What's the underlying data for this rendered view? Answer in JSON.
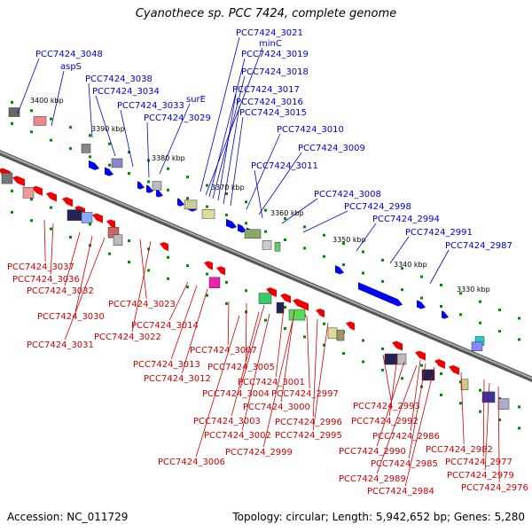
{
  "title": "Cyanothece sp. PCC 7424, complete genome",
  "footer": {
    "accession": "Accession: NC_011729",
    "summary": "Topology: circular; Length: 5,942,652 bp; Genes: 5,280"
  },
  "colors": {
    "backbone": "#808080",
    "forward_gene": "#0000ee",
    "reverse_gene": "#ee0000",
    "upper_label": "#0000cc",
    "lower_label": "#cc0000",
    "tick": "#008800"
  },
  "positions_kbp": [
    "3400 kbp",
    "3390 kbp",
    "3380 kbp",
    "3370 kbp",
    "3360 kbp",
    "3350 kbp",
    "3340 kbp",
    "3330 kbp"
  ],
  "upper_labels": [
    "PCC7424_3048",
    "aspS",
    "PCC7424_3038",
    "PCC7424_3034",
    "PCC7424_3033",
    "PCC7424_3029",
    "surE",
    "PCC7424_3021",
    "minC",
    "PCC7424_3019",
    "PCC7424_3018",
    "PCC7424_3017",
    "PCC7424_3016",
    "PCC7424_3015",
    "PCC7424_3010",
    "PCC7424_3009",
    "PCC7424_3011",
    "PCC7424_3008",
    "PCC7424_2998",
    "PCC7424_2994",
    "PCC7424_2991",
    "PCC7424_2987"
  ],
  "lower_labels": [
    "PCC7424_3037",
    "PCC7424_3036",
    "PCC7424_3032",
    "PCC7424_3030",
    "PCC7424_3031",
    "PCC7424_3023",
    "PCC7424_3022",
    "PCC7424_3014",
    "PCC7424_3013",
    "PCC7424_3012",
    "PCC7424_3007",
    "PCC7424_3005",
    "PCC7424_3004",
    "PCC7424_3001",
    "PCC7424_3000",
    "PCC7424_2997",
    "PCC7424_3003",
    "PCC7424_3002",
    "PCC7424_2996",
    "PCC7424_2995",
    "PCC7424_2999",
    "PCC7424_3006",
    "PCC7424_2993",
    "PCC7424_2992",
    "PCC7424_2986",
    "PCC7424_2990",
    "PCC7424_2985",
    "PCC7424_2989",
    "PCC7424_2984",
    "PCC7424_2982",
    "PCC7424_2977",
    "PCC7424_2979",
    "PCC7424_2976"
  ]
}
